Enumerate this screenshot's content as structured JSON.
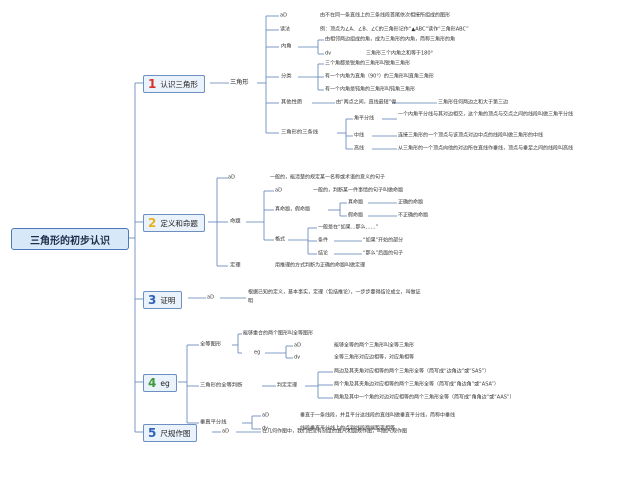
{
  "colors": {
    "line": "#5a7fb5",
    "num_red": "#d8322a",
    "num_yellow": "#e8b21c",
    "num_blue": "#2f62b8",
    "num_green": "#3f9a3c"
  },
  "root": "三角形的初步认识",
  "branches": [
    {
      "num": "1",
      "label": "认识三角形"
    },
    {
      "num": "2",
      "label": "定义和命题"
    },
    {
      "num": "3",
      "label": "证明"
    },
    {
      "num": "4",
      "label": "eg"
    },
    {
      "num": "5",
      "label": "尺规作图"
    }
  ],
  "b1": {
    "sub": "三角形",
    "def_tag": "aD",
    "def_text": "由不在同一条直线上的三条线段首尾依次相接所组成的图形",
    "read_tag": "读法",
    "read_text": "例：顶点为∠A、∠B、∠C的三角形记作“▲ABC”读作“三角形ABC”",
    "angle": "内角",
    "angle_def": "由相邻两边组成的角，成为三角形的内角，简称三角形的角",
    "angle_dv_tag": "dv",
    "angle_dv_text": "三角形三个内角之和等于180°",
    "class": "分类",
    "class_items": [
      "三个角都是锐角的三角形叫锐角三角形",
      "有一个内角为直角（90°）的三角形叫直角三角形",
      "有一个内角是钝角的三角形叫钝角三角形"
    ],
    "other": "其他性质",
    "other_mid": "由“两点之间，直线最短”得",
    "other_text": "三角形任何两边之和大于第三边",
    "lines": "三角形的三条线",
    "lines_items": [
      {
        "name": "角平分线",
        "text": "一个内角平分线与其对边相交，这个角的顶点与交点之间的线段叫做三角平分线"
      },
      {
        "name": "中线",
        "text": "连接三角形的一个顶点与该顶点对边中点的线段叫做三角形的中线"
      },
      {
        "name": "高线",
        "text": "从三角形的一个顶点向他的对边所在直线作垂线，顶点与垂足之间的线段叫高线"
      }
    ]
  },
  "b2": {
    "def_tag": "aD",
    "def_text": "一般的，能清楚的规定某一名称或术语的意义的句子",
    "prop": "命题",
    "prop_def_tag": "aD",
    "prop_def_text": "一般的，判断某一件事情的句子叫做命题",
    "tf": "真命题，假命题",
    "true_prop": "真命题",
    "true_text": "正确的命题",
    "false_prop": "假命题",
    "false_text": "不正确的命题",
    "form": "格式",
    "form_text": "一般是在“如果…那么……”",
    "cond": "条件",
    "cond_text": "“如果”开始的部分",
    "concl": "结论",
    "concl_text": "“那么”后面的句子",
    "theorem": "定理",
    "theorem_text": "用推理的方式判断为正确的命题叫做定理"
  },
  "b3": {
    "tag": "aD",
    "text": "根据已知的定义，基本事实，定理（包括推论），一步步要得结论成立，叫做证",
    "text2": "明"
  },
  "b4": {
    "congr": "全等图形",
    "congr_def": "能够重合的两个图形叫全等图形",
    "congr_eg": "eg",
    "congr_ad_tag": "aD",
    "congr_ad_text": "能够全等的两个三角形叫全等三角形",
    "congr_dv_tag": "dv",
    "congr_dv_text": "全等三角形对应边相等，对应角相等",
    "judge": "三角形的全等判断",
    "judge_mid": "判定定理",
    "judge_items": [
      "两边及其夹角对应相等的两个三角形全等（简写成“边角边”或“SAS”）",
      "两个角及其夹角边对应相等的两个三角形全等（简写成“角边角”或“ASA”）",
      "两角及其中一个角的对边对应相等的两个三角形全等（简写成“角角边”或“AAS”）"
    ],
    "perp": "垂直平分线",
    "perp_ad_tag": "aD",
    "perp_ad_text": "垂直于一条线段，并且平分这线段的直线叫做垂直平分线，简称中垂线",
    "perp_dv_tag": "dv",
    "perp_dv_text": "线段垂直平分线上的点到线段两端距离相等"
  },
  "b5": {
    "tag": "aD",
    "text": "在几何作图中，我们把没有刻度的直尺和圆规作图，叫做尺规作图"
  }
}
